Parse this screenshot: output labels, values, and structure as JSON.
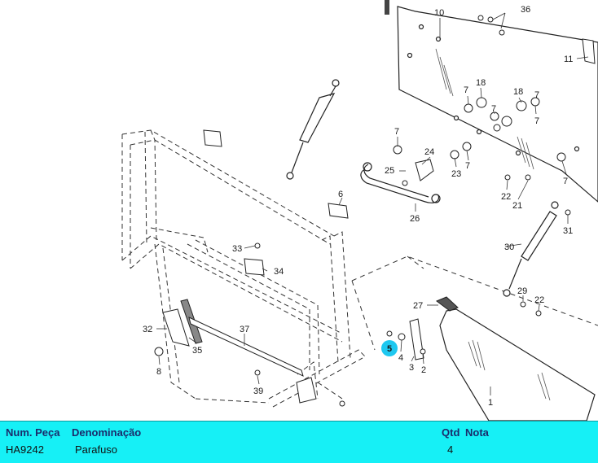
{
  "callouts": [
    {
      "id": "c10",
      "label": "10"
    },
    {
      "id": "c36",
      "label": "36"
    },
    {
      "id": "c11",
      "label": "11"
    },
    {
      "id": "c7a",
      "label": "7"
    },
    {
      "id": "c18a",
      "label": "18"
    },
    {
      "id": "c18b",
      "label": "18"
    },
    {
      "id": "c7b",
      "label": "7"
    },
    {
      "id": "c7c",
      "label": "7"
    },
    {
      "id": "c7d",
      "label": "7"
    },
    {
      "id": "c24",
      "label": "24"
    },
    {
      "id": "c25",
      "label": "25"
    },
    {
      "id": "c7e",
      "label": "7"
    },
    {
      "id": "c23",
      "label": "23"
    },
    {
      "id": "c7f",
      "label": "7"
    },
    {
      "id": "c22a",
      "label": "22"
    },
    {
      "id": "c21",
      "label": "21"
    },
    {
      "id": "c7g",
      "label": "7"
    },
    {
      "id": "c31",
      "label": "31"
    },
    {
      "id": "c6",
      "label": "6"
    },
    {
      "id": "c26",
      "label": "26"
    },
    {
      "id": "c33",
      "label": "33"
    },
    {
      "id": "c34",
      "label": "34"
    },
    {
      "id": "c30",
      "label": "30"
    },
    {
      "id": "c29",
      "label": "29"
    },
    {
      "id": "c22b",
      "label": "22"
    },
    {
      "id": "c27",
      "label": "27"
    },
    {
      "id": "c32",
      "label": "32"
    },
    {
      "id": "c37",
      "label": "37"
    },
    {
      "id": "c35",
      "label": "35"
    },
    {
      "id": "c8",
      "label": "8"
    },
    {
      "id": "c39",
      "label": "39"
    },
    {
      "id": "c5",
      "label": "5"
    },
    {
      "id": "c4",
      "label": "4"
    },
    {
      "id": "c3",
      "label": "3"
    },
    {
      "id": "c2",
      "label": "2"
    },
    {
      "id": "c1",
      "label": "1"
    }
  ],
  "highlighted_part": "5",
  "colors": {
    "highlight": "#1ec8f0",
    "table_bg": "#16f0f6",
    "header_text": "#1b2b6b"
  },
  "table": {
    "headers": {
      "part_number": "Num. Peça",
      "description": "Denominação",
      "qty": "Qtd",
      "note": "Nota"
    },
    "row": {
      "part_number": "HA9242",
      "description": "Parafuso",
      "qty": "4",
      "note": ""
    }
  }
}
